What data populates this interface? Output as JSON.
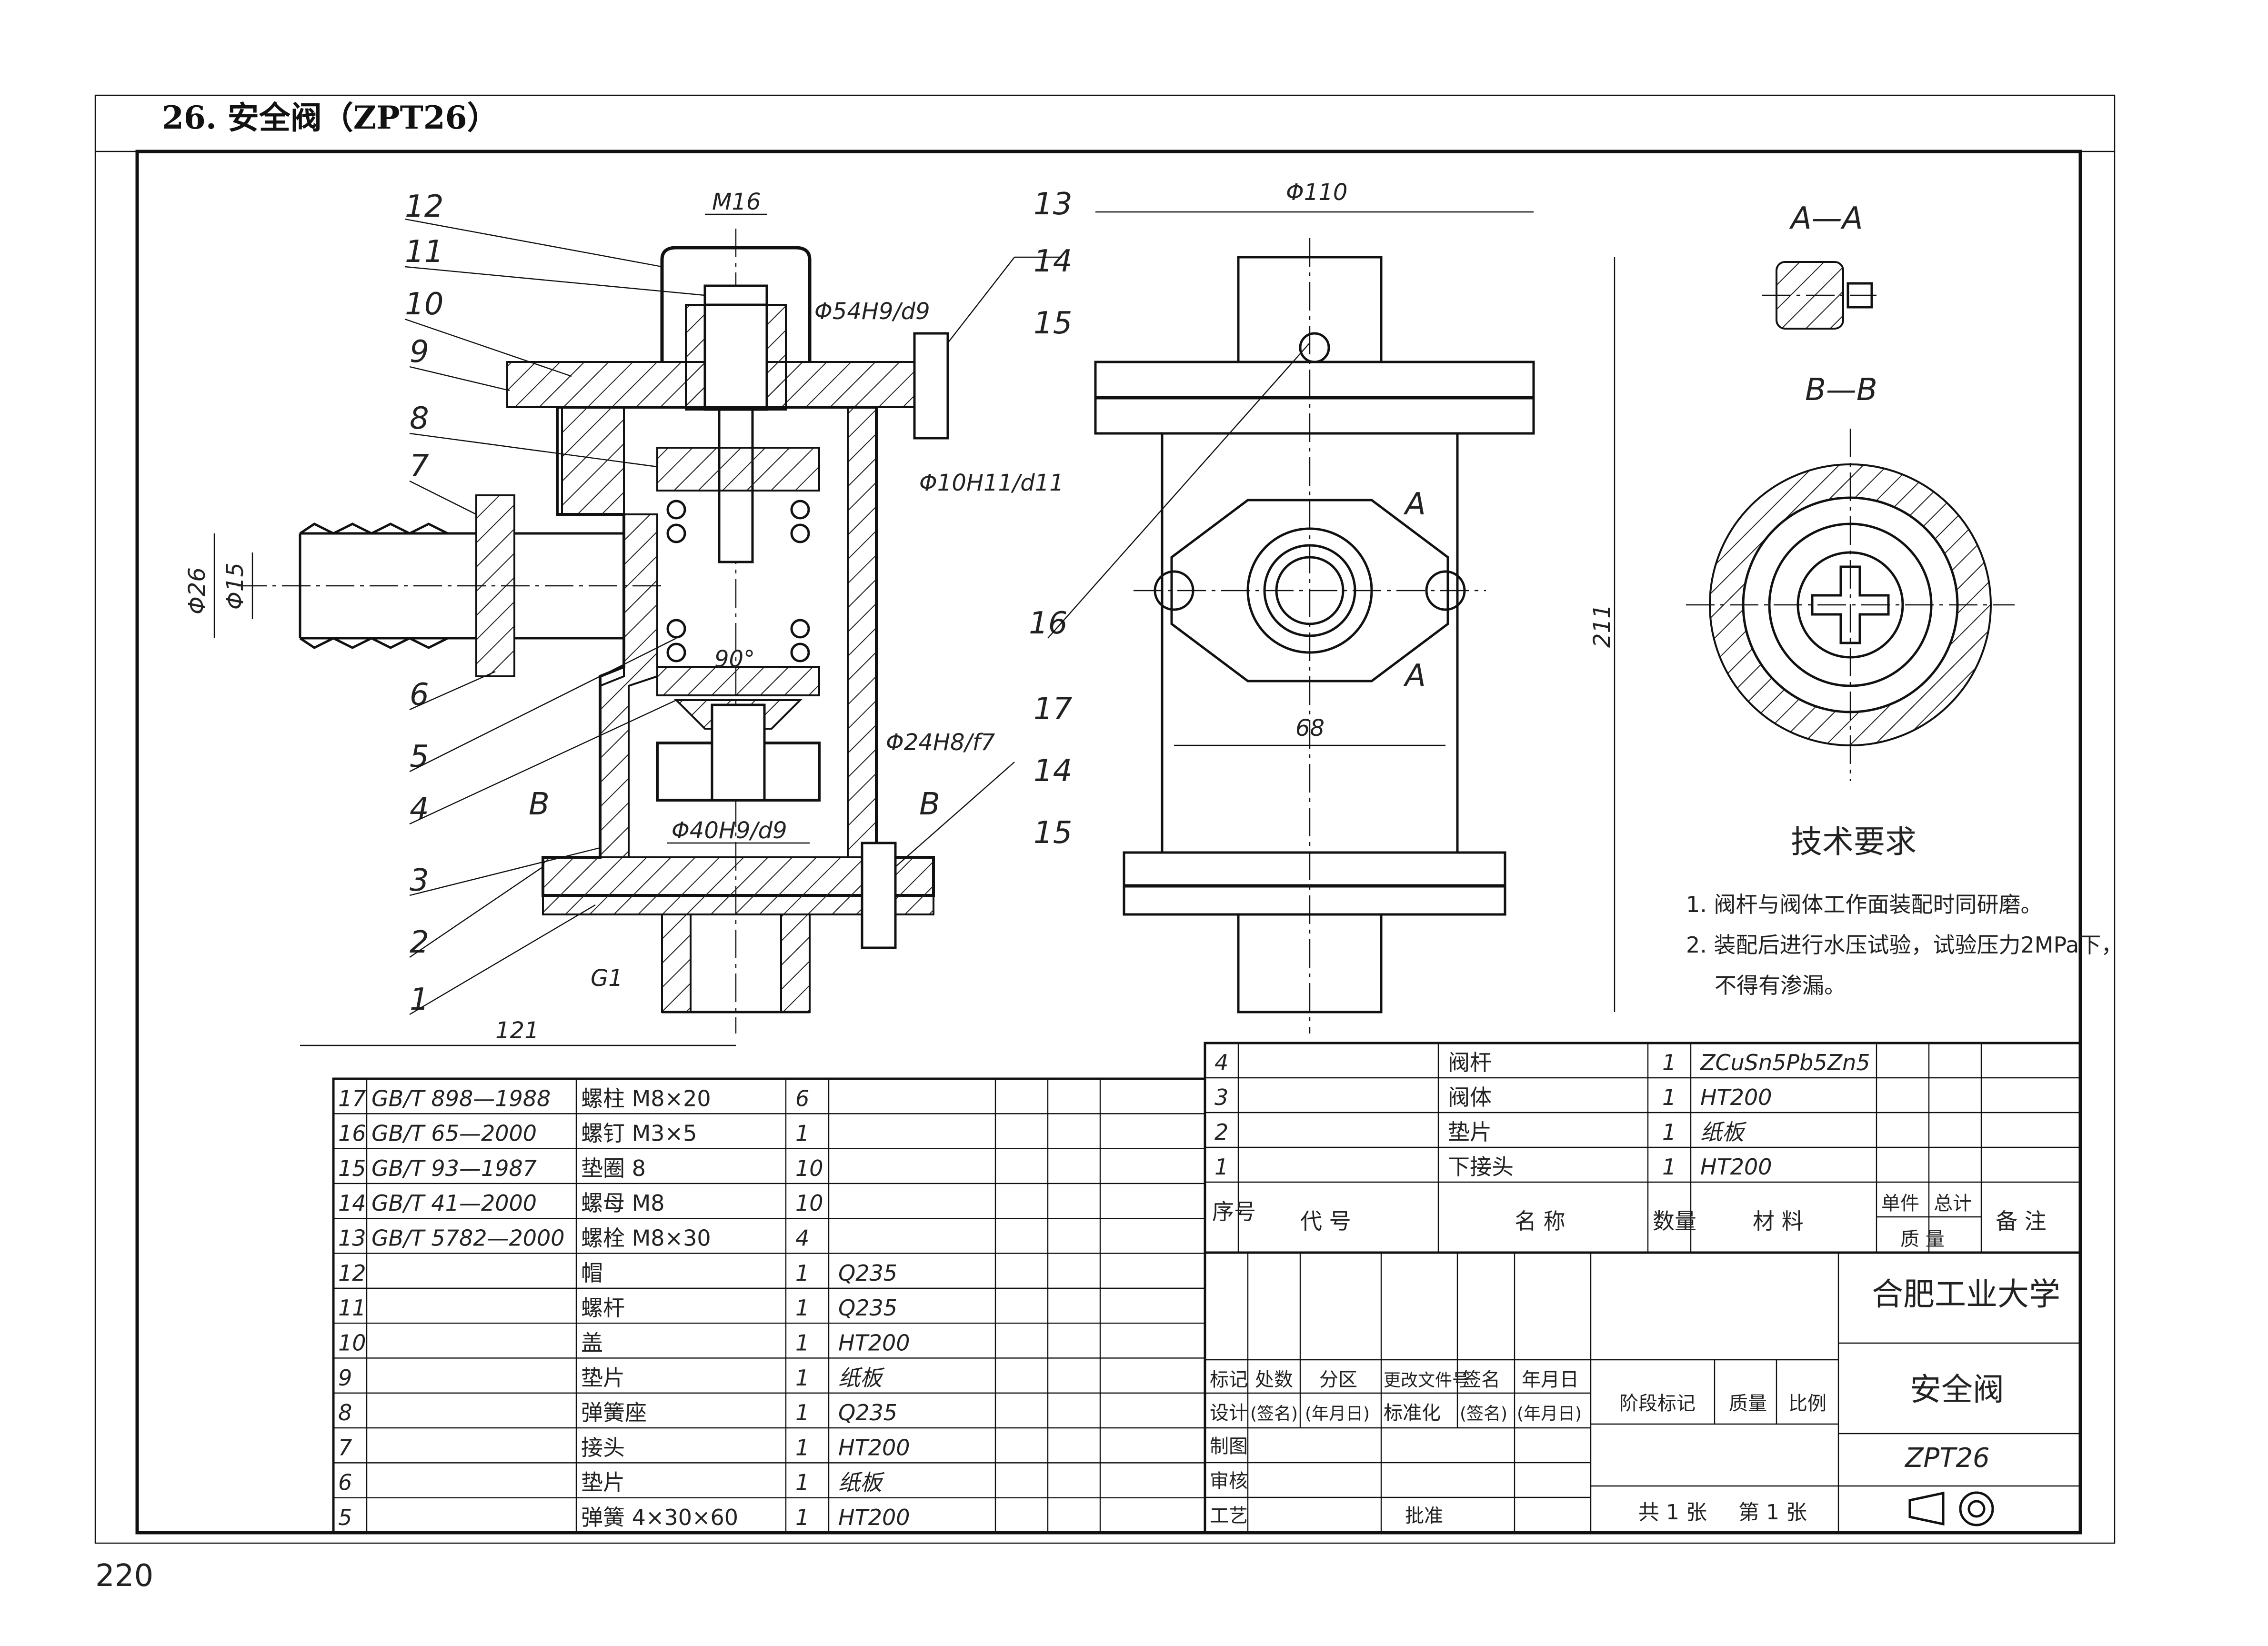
{
  "header": {
    "title": "26. 安全阀（ZPT26）"
  },
  "page_number": "220",
  "part_labels": [
    "1",
    "2",
    "3",
    "4",
    "5",
    "6",
    "7",
    "8",
    "9",
    "10",
    "11",
    "12",
    "13",
    "14",
    "15",
    "16",
    "17"
  ],
  "dimensions": {
    "m16": "M16",
    "phi54": "Φ54H9/d9",
    "phi10": "Φ10H11/d11",
    "phi26": "Φ26",
    "phi15": "Φ15",
    "angle90": "90°",
    "phi24": "Φ24H8/f7",
    "phi40": "Φ40H9/d9",
    "g1": "G1",
    "d121": "121",
    "phi110": "Φ110",
    "d211": "211",
    "d68": "68",
    "sec_a": "A",
    "sec_b": "B"
  },
  "section_titles": {
    "aa": "A—A",
    "bb": "B—B"
  },
  "tech_requirements": {
    "title": "技术要求",
    "items": [
      "1. 阀杆与阀体工作面装配时同研磨。",
      "2. 装配后进行水压试验，试验压力2MPa下，",
      "不得有渗漏。"
    ]
  },
  "bom_left": [
    {
      "no": "17",
      "code": "GB/T 898—1988",
      "name": "螺柱 M8×20",
      "qty": "6",
      "mat": ""
    },
    {
      "no": "16",
      "code": "GB/T 65—2000",
      "name": "螺钉 M3×5",
      "qty": "1",
      "mat": ""
    },
    {
      "no": "15",
      "code": "GB/T 93—1987",
      "name": "垫圈 8",
      "qty": "10",
      "mat": ""
    },
    {
      "no": "14",
      "code": "GB/T 41—2000",
      "name": "螺母 M8",
      "qty": "10",
      "mat": ""
    },
    {
      "no": "13",
      "code": "GB/T 5782—2000",
      "name": "螺栓 M8×30",
      "qty": "4",
      "mat": ""
    },
    {
      "no": "12",
      "code": "",
      "name": "帽",
      "qty": "1",
      "mat": "Q235"
    },
    {
      "no": "11",
      "code": "",
      "name": "螺杆",
      "qty": "1",
      "mat": "Q235"
    },
    {
      "no": "10",
      "code": "",
      "name": "盖",
      "qty": "1",
      "mat": "HT200"
    },
    {
      "no": "9",
      "code": "",
      "name": "垫片",
      "qty": "1",
      "mat": "纸板"
    },
    {
      "no": "8",
      "code": "",
      "name": "弹簧座",
      "qty": "1",
      "mat": "Q235"
    },
    {
      "no": "7",
      "code": "",
      "name": "接头",
      "qty": "1",
      "mat": "HT200"
    },
    {
      "no": "6",
      "code": "",
      "name": "垫片",
      "qty": "1",
      "mat": "纸板"
    },
    {
      "no": "5",
      "code": "",
      "name": "弹簧 4×30×60",
      "qty": "1",
      "mat": "HT200"
    }
  ],
  "bom_right": [
    {
      "no": "4",
      "code": "",
      "name": "阀杆",
      "qty": "1",
      "mat": "ZCuSn5Pb5Zn5"
    },
    {
      "no": "3",
      "code": "",
      "name": "阀体",
      "qty": "1",
      "mat": "HT200"
    },
    {
      "no": "2",
      "code": "",
      "name": "垫片",
      "qty": "1",
      "mat": "纸板"
    },
    {
      "no": "1",
      "code": "",
      "name": "下接头",
      "qty": "1",
      "mat": "HT200"
    }
  ],
  "bom_header": {
    "no": "序号",
    "code": "代 号",
    "name": "名 称",
    "qty": "数量",
    "mat": "材 料",
    "unit": "单件",
    "total": "总计",
    "mass": "质 量",
    "remark": "备 注"
  },
  "title_block": {
    "school": "合肥工业大学",
    "drawing_name": "安全阀",
    "drawing_no": "ZPT26",
    "row1": [
      "标记",
      "处数",
      "分区",
      "更改文件号",
      "签名",
      "年月日"
    ],
    "row2": [
      "设计",
      "(签名)",
      "(年月日)",
      "标准化",
      "(签名)",
      "(年月日)"
    ],
    "row3": [
      "制图"
    ],
    "row4": [
      "审核"
    ],
    "row5": [
      "工艺",
      "批准"
    ],
    "stage": "阶段标记",
    "mass": "质量",
    "scale": "比例",
    "sheets": "共 1 张",
    "sheet": "第 1 张"
  }
}
